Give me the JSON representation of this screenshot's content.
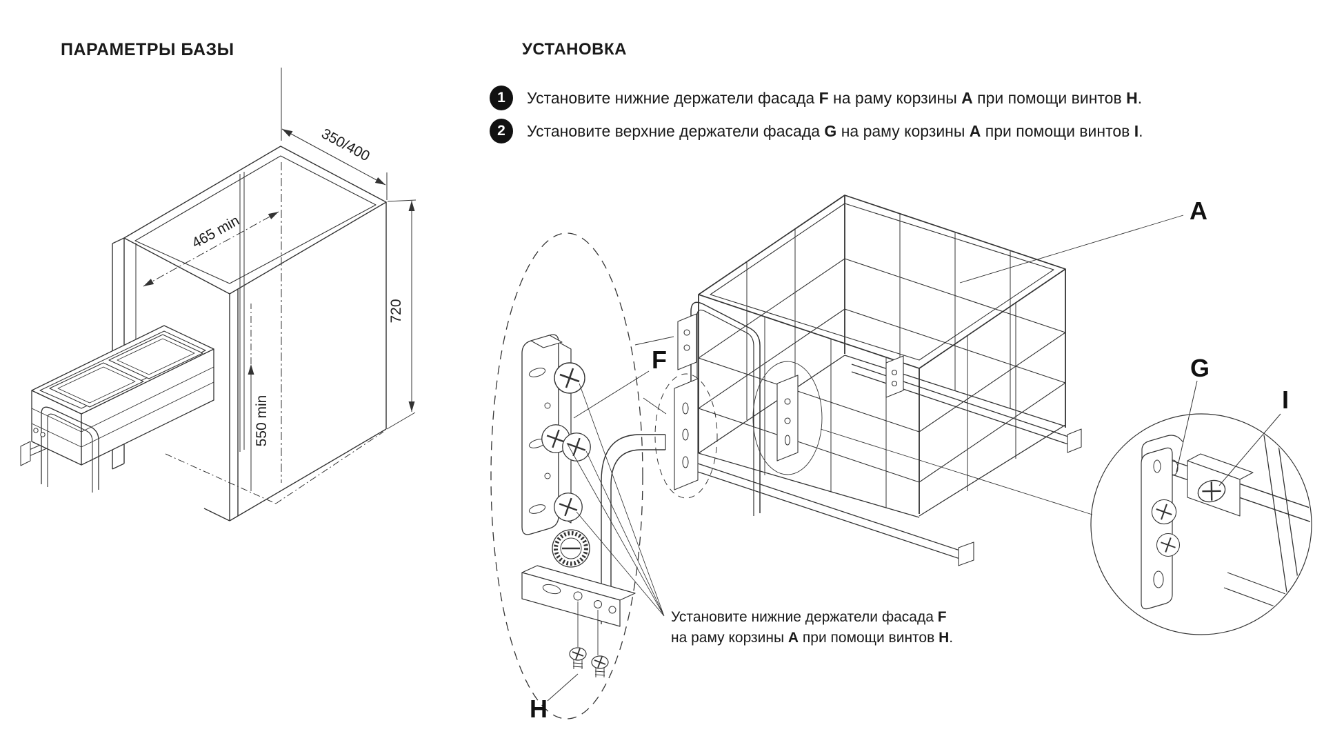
{
  "page": {
    "background": "#ffffff",
    "ink": "#333333"
  },
  "base_params": {
    "title": "ПАРАМЕТРЫ БАЗЫ",
    "dims": {
      "width": "350/400",
      "depth_min": "465 min",
      "height": "720",
      "clearance_min": "550 min"
    }
  },
  "installation": {
    "title": "УСТАНОВКА",
    "steps": [
      {
        "num": "1",
        "segments": [
          {
            "t": "Установите нижние держатели фасада ",
            "b": false
          },
          {
            "t": "F",
            "b": true
          },
          {
            "t": " на раму корзины ",
            "b": false
          },
          {
            "t": "A",
            "b": true
          },
          {
            "t": " при помощи винтов ",
            "b": false
          },
          {
            "t": "H",
            "b": true
          },
          {
            "t": ".",
            "b": false
          }
        ]
      },
      {
        "num": "2",
        "segments": [
          {
            "t": "Установите верхние держатели фасада ",
            "b": false
          },
          {
            "t": "G",
            "b": true
          },
          {
            "t": " на раму корзины ",
            "b": false
          },
          {
            "t": "A",
            "b": true
          },
          {
            "t": " при помощи винтов ",
            "b": false
          },
          {
            "t": "I",
            "b": true
          },
          {
            "t": ".",
            "b": false
          }
        ]
      }
    ],
    "labels": {
      "basket": "A",
      "lower_holder": "F",
      "upper_holder": "G",
      "lower_screws": "H",
      "upper_screws": "I"
    },
    "caption": {
      "line1": [
        {
          "t": "Установите нижние держатели фасада ",
          "b": false
        },
        {
          "t": "F",
          "b": true
        }
      ],
      "line2": [
        {
          "t": "на раму корзины ",
          "b": false
        },
        {
          "t": "A",
          "b": true
        },
        {
          "t": " при помощи винтов ",
          "b": false
        },
        {
          "t": "H",
          "b": true
        },
        {
          "t": ".",
          "b": false
        }
      ]
    }
  }
}
